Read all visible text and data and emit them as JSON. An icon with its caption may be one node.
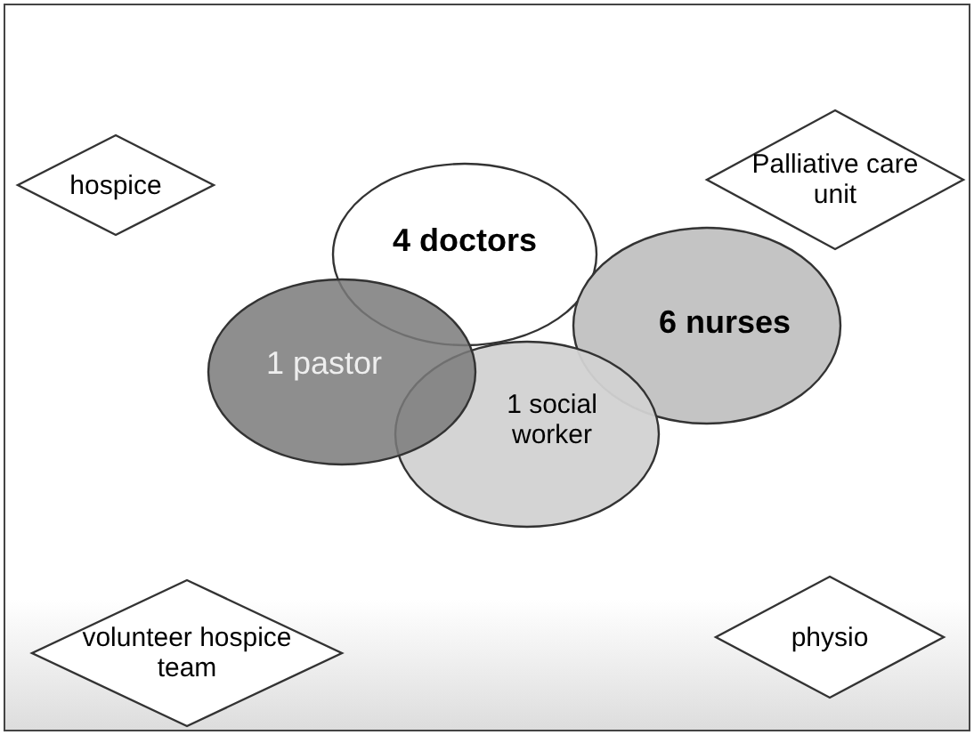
{
  "diagram": {
    "nodes": [
      {
        "text": [
          "hospice"
        ]
      },
      {
        "text": [
          "Palliative care unit"
        ]
      },
      {
        "text": [
          "4 doctors"
        ]
      },
      {
        "text": [
          "1 pastor"
        ]
      },
      {
        "text": [
          "6 nurses"
        ]
      },
      {
        "text": [
          "1 social worker"
        ]
      },
      {
        "text": [
          "volunteer hospice team"
        ]
      },
      {
        "text": [
          "physio"
        ]
      }
    ]
  }
}
